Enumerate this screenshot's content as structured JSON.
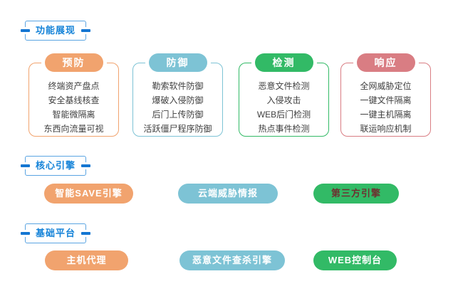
{
  "sections": {
    "features": {
      "label": "功能展现"
    },
    "engines": {
      "label": "核心引擎"
    },
    "platform": {
      "label": "基础平台"
    }
  },
  "feature_cards": [
    {
      "title": "预防",
      "color": "#F1A36E",
      "items": [
        "终端资产盘点",
        "安全基线核查",
        "智能微隔离",
        "东西向流量可视"
      ]
    },
    {
      "title": "防御",
      "color": "#7DC3D5",
      "items": [
        "勒索软件防御",
        "爆破入侵防御",
        "后门上传防御",
        "活跃僵尸程序防御"
      ]
    },
    {
      "title": "检测",
      "color": "#32BA66",
      "items": [
        "恶意文件检测",
        "入侵攻击",
        "WEB后门检测",
        "热点事件检测"
      ]
    },
    {
      "title": "响应",
      "color": "#D97D83",
      "items": [
        "全网威胁定位",
        "一键文件隔离",
        "一键主机隔离",
        "联运响应机制"
      ]
    }
  ],
  "engine_pills": [
    {
      "label": "智能SAVE引擎",
      "color": "#F1A36E",
      "text_color": "#FFFFFF"
    },
    {
      "label": "云端威胁情报",
      "color": "#7DC3D5",
      "text_color": "#FFFFFF"
    },
    {
      "label": "第三方引擎",
      "color": "#32BA66",
      "text_color": "#6E3030"
    }
  ],
  "platform_pills": [
    {
      "label": "主机代理",
      "color": "#F1A36E",
      "text_color": "#FFFFFF"
    },
    {
      "label": "恶意文件查杀引擎",
      "color": "#7DC3D5",
      "text_color": "#FFFFFF"
    },
    {
      "label": "WEB控制台",
      "color": "#32BA66",
      "text_color": "#FFFFFF"
    }
  ],
  "colors": {
    "accent_blue": "#1583D8",
    "header_border_blue": "#5AA4E2",
    "header_dash_blue": "#1376D2",
    "card_text": "#3F3F3F",
    "orange": "#F1A36E",
    "teal": "#7DC3D5",
    "green": "#32BA66",
    "red": "#D97D83",
    "background": "#FFFFFF"
  }
}
